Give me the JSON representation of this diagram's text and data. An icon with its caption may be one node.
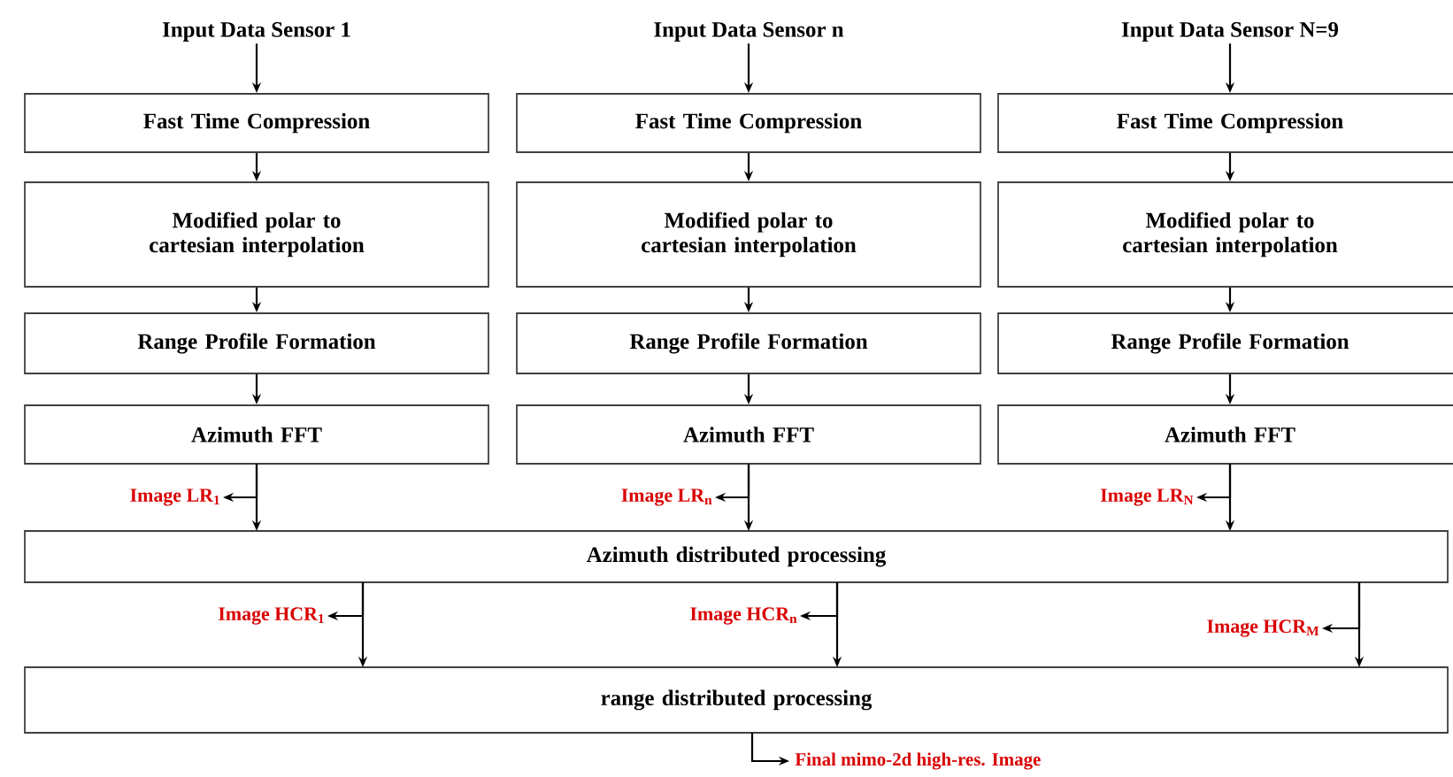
{
  "diagram": {
    "nodes": [
      {
        "text": [
          "Input Data Sensor 1"
        ]
      },
      {
        "text": [
          "Input Data Sensor n"
        ]
      },
      {
        "text": [
          "Input Data Sensor N=9"
        ]
      },
      {
        "text": [
          "Fast Time Compression"
        ]
      },
      {
        "text": [
          "Fast Time Compression"
        ]
      },
      {
        "text": [
          "Fast Time Compression"
        ]
      },
      {
        "text": [
          "Modified polar to cartesian interpolation"
        ]
      },
      {
        "text": [
          "Modified polar to cartesian interpolation"
        ]
      },
      {
        "text": [
          "Modified polar to cartesian interpolation"
        ]
      },
      {
        "text": [
          "Range Profile Formation"
        ]
      },
      {
        "text": [
          "Range Profile Formation"
        ]
      },
      {
        "text": [
          "Range Profile Formation"
        ]
      },
      {
        "text": [
          "Azimuth FFT"
        ]
      },
      {
        "text": [
          "Azimuth FFT"
        ]
      },
      {
        "text": [
          "Azimuth FFT"
        ]
      },
      {
        "text": [
          "Image LR$_{1}$"
        ]
      },
      {
        "text": [
          "Image LR$_{n}$"
        ]
      },
      {
        "text": [
          "Image LR$_{N}$"
        ]
      },
      {
        "text": [
          "Azimuth distributed processing"
        ]
      },
      {
        "text": [
          "Image HCR$_{1}$"
        ]
      },
      {
        "text": [
          "Image HCR$_{n}$"
        ]
      },
      {
        "text": [
          "Image HCR$_{M}$"
        ]
      },
      {
        "text": [
          "range distributed processing"
        ]
      },
      {
        "text": [
          "Final mimo-2d high-res. Image"
        ]
      }
    ],
    "edges": [
      {
        "from": 0,
        "to": 3,
        "arrow": "to"
      },
      {
        "from": 1,
        "to": 4,
        "arrow": "to"
      },
      {
        "from": 2,
        "to": 5,
        "arrow": "to"
      },
      {
        "from": 3,
        "to": 6,
        "arrow": "to"
      },
      {
        "from": 4,
        "to": 7,
        "arrow": "to"
      },
      {
        "from": 5,
        "to": 8,
        "arrow": "to"
      },
      {
        "from": 6,
        "to": 9,
        "arrow": "to"
      },
      {
        "from": 7,
        "to": 10,
        "arrow": "to"
      },
      {
        "from": 8,
        "to": 11,
        "arrow": "to"
      },
      {
        "from": 9,
        "to": 12,
        "arrow": "to"
      },
      {
        "from": 10,
        "to": 13,
        "arrow": "to"
      },
      {
        "from": 11,
        "to": 14,
        "arrow": "to"
      },
      {
        "from": 12,
        "to": 15,
        "arrow": "to"
      },
      {
        "from": 13,
        "to": 16,
        "arrow": "to"
      },
      {
        "from": 14,
        "to": 17,
        "arrow": "to"
      },
      {
        "from": 12,
        "to": 18,
        "arrow": "to"
      },
      {
        "from": 13,
        "to": 18,
        "arrow": "to"
      },
      {
        "from": 14,
        "to": 18,
        "arrow": "to"
      },
      {
        "from": 18,
        "to": 19,
        "arrow": "to"
      },
      {
        "from": 18,
        "to": 20,
        "arrow": "to"
      },
      {
        "from": 18,
        "to": 21,
        "arrow": "to"
      },
      {
        "from": 18,
        "to": 22,
        "arrow": "to"
      },
      {
        "from": 18,
        "to": 22,
        "arrow": "to"
      },
      {
        "from": 18,
        "to": 22,
        "arrow": "to"
      },
      {
        "from": 22,
        "to": 23,
        "arrow": "to"
      }
    ]
  }
}
